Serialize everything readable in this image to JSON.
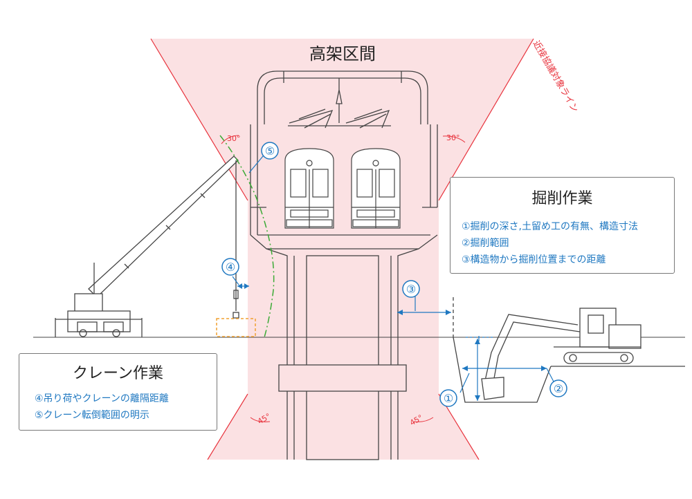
{
  "title": "高架区間",
  "red_line_label": "近接協議対象ライン",
  "angles": {
    "top_left": "30°",
    "top_right": "30°",
    "bottom_left": "45°",
    "bottom_right": "45°"
  },
  "markers": [
    "①",
    "②",
    "③",
    "④",
    "⑤"
  ],
  "excavation_box": {
    "title": "掘削作業",
    "lines": [
      "①掘削の深さ,土留め工の有無、構造寸法",
      "②掘削範囲",
      "③構造物から掘削位置までの距離"
    ]
  },
  "crane_box": {
    "title": "クレーン作業",
    "lines": [
      "④吊り荷やクレーンの離隔距離",
      "⑤クレーン転倒範囲の明示"
    ]
  },
  "colors": {
    "zone_fill": "#fbe1e3",
    "zone_line": "#e8323c",
    "accent_blue": "#1f78c1",
    "crane_reach": "#3aaa35",
    "load_box": "#f0a030",
    "structure": "#444444"
  }
}
